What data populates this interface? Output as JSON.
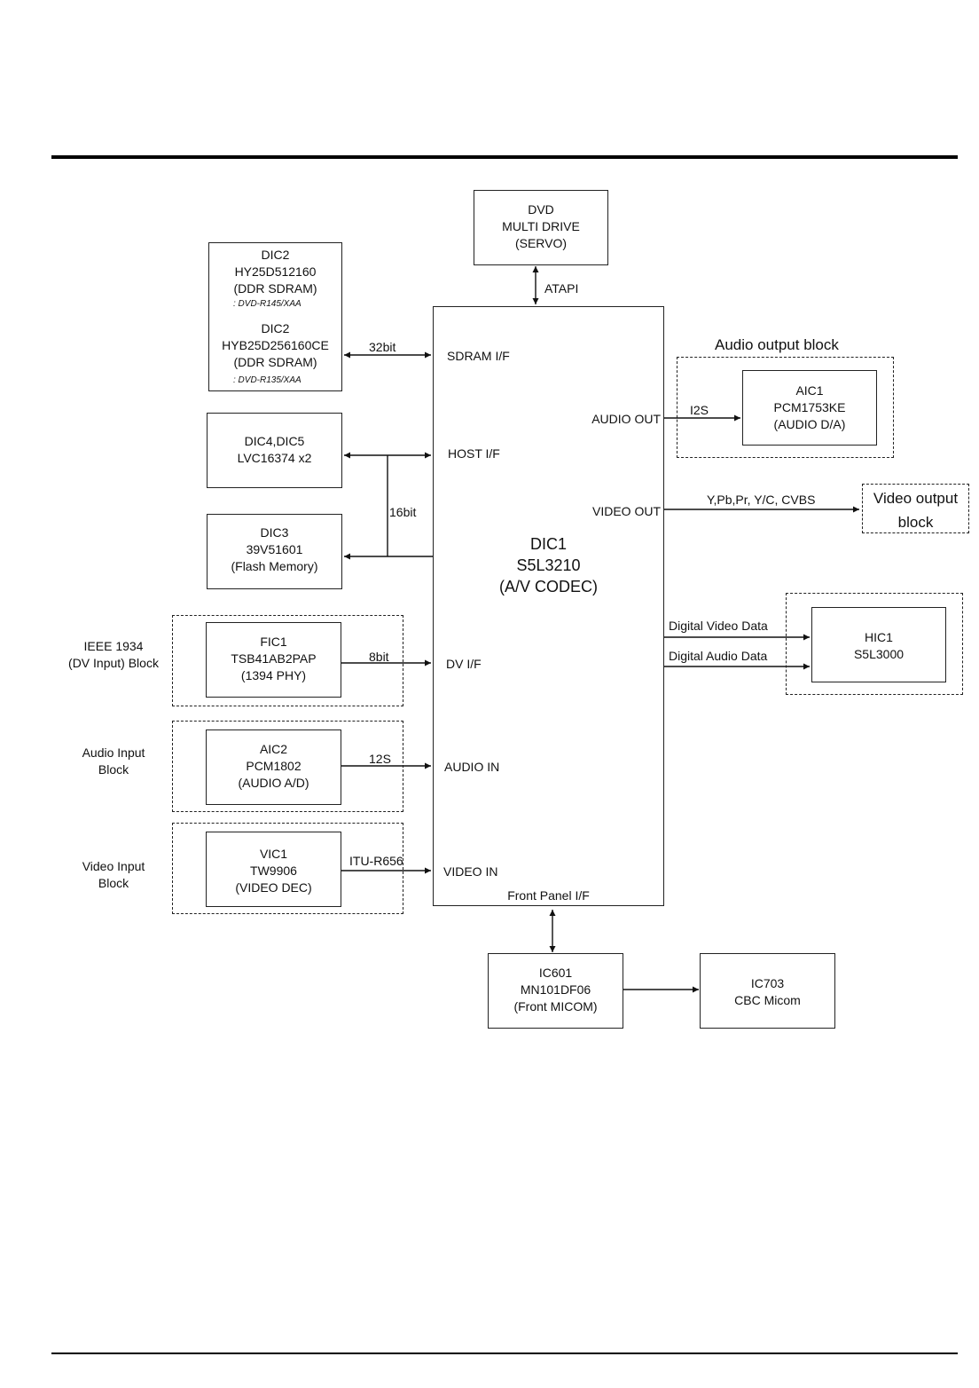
{
  "blocks": {
    "dvd": [
      "DVD",
      "MULTI DRIVE",
      "(SERVO)"
    ],
    "dic2_a": [
      "DIC2",
      "HY25D512160",
      "(DDR SDRAM)"
    ],
    "dic2_a_note": ": DVD-R145/XAA",
    "dic2_b": [
      "DIC2",
      "HYB25D256160CE",
      "(DDR SDRAM)"
    ],
    "dic2_b_note": ": DVD-R135/XAA",
    "dic45": [
      "DIC4,DIC5",
      "LVC16374 x2"
    ],
    "dic3": [
      "DIC3",
      "39V51601",
      "(Flash Memory)"
    ],
    "fic1": [
      "FIC1",
      "TSB41AB2PAP",
      "(1394 PHY)"
    ],
    "aic2": [
      "AIC2",
      "PCM1802",
      "(AUDIO A/D)"
    ],
    "vic1": [
      "VIC1",
      "TW9906",
      "(VIDEO DEC)"
    ],
    "dic1": [
      "DIC1",
      "S5L3210",
      "(A/V CODEC)"
    ],
    "aic1": [
      "AIC1",
      "PCM1753KE",
      "(AUDIO D/A)"
    ],
    "hic1": [
      "HIC1",
      "S5L3000"
    ],
    "ic601": [
      "IC601",
      "MN101DF06",
      "(Front MICOM)"
    ],
    "ic703": [
      "IC703",
      "CBC Micom"
    ]
  },
  "ports": {
    "sdram": "SDRAM I/F",
    "host": "HOST I/F",
    "dv": "DV I/F",
    "audio_in": "AUDIO IN",
    "video_in": "VIDEO IN",
    "front_panel": "Front Panel I/F",
    "audio_out": "AUDIO OUT",
    "video_out": "VIDEO OUT"
  },
  "groups": {
    "audio_output": "Audio output block",
    "video_output": [
      "Video output",
      "block"
    ],
    "ieee": [
      "IEEE 1934",
      "(DV Input) Block"
    ],
    "audio_input": [
      "Audio Input",
      "Block"
    ],
    "video_input": [
      "Video Input",
      "Block"
    ]
  },
  "signals": {
    "atapi": "ATAPI",
    "bus32": "32bit",
    "bus16": "16bit",
    "bus8": "8bit",
    "i2s_in": "12S",
    "itu": "ITU-R656",
    "i2s_out": "I2S",
    "video_formats": "Y,Pb,Pr, Y/C, CVBS",
    "digital_video": "Digital Video Data",
    "digital_audio": "Digital Audio Data"
  }
}
